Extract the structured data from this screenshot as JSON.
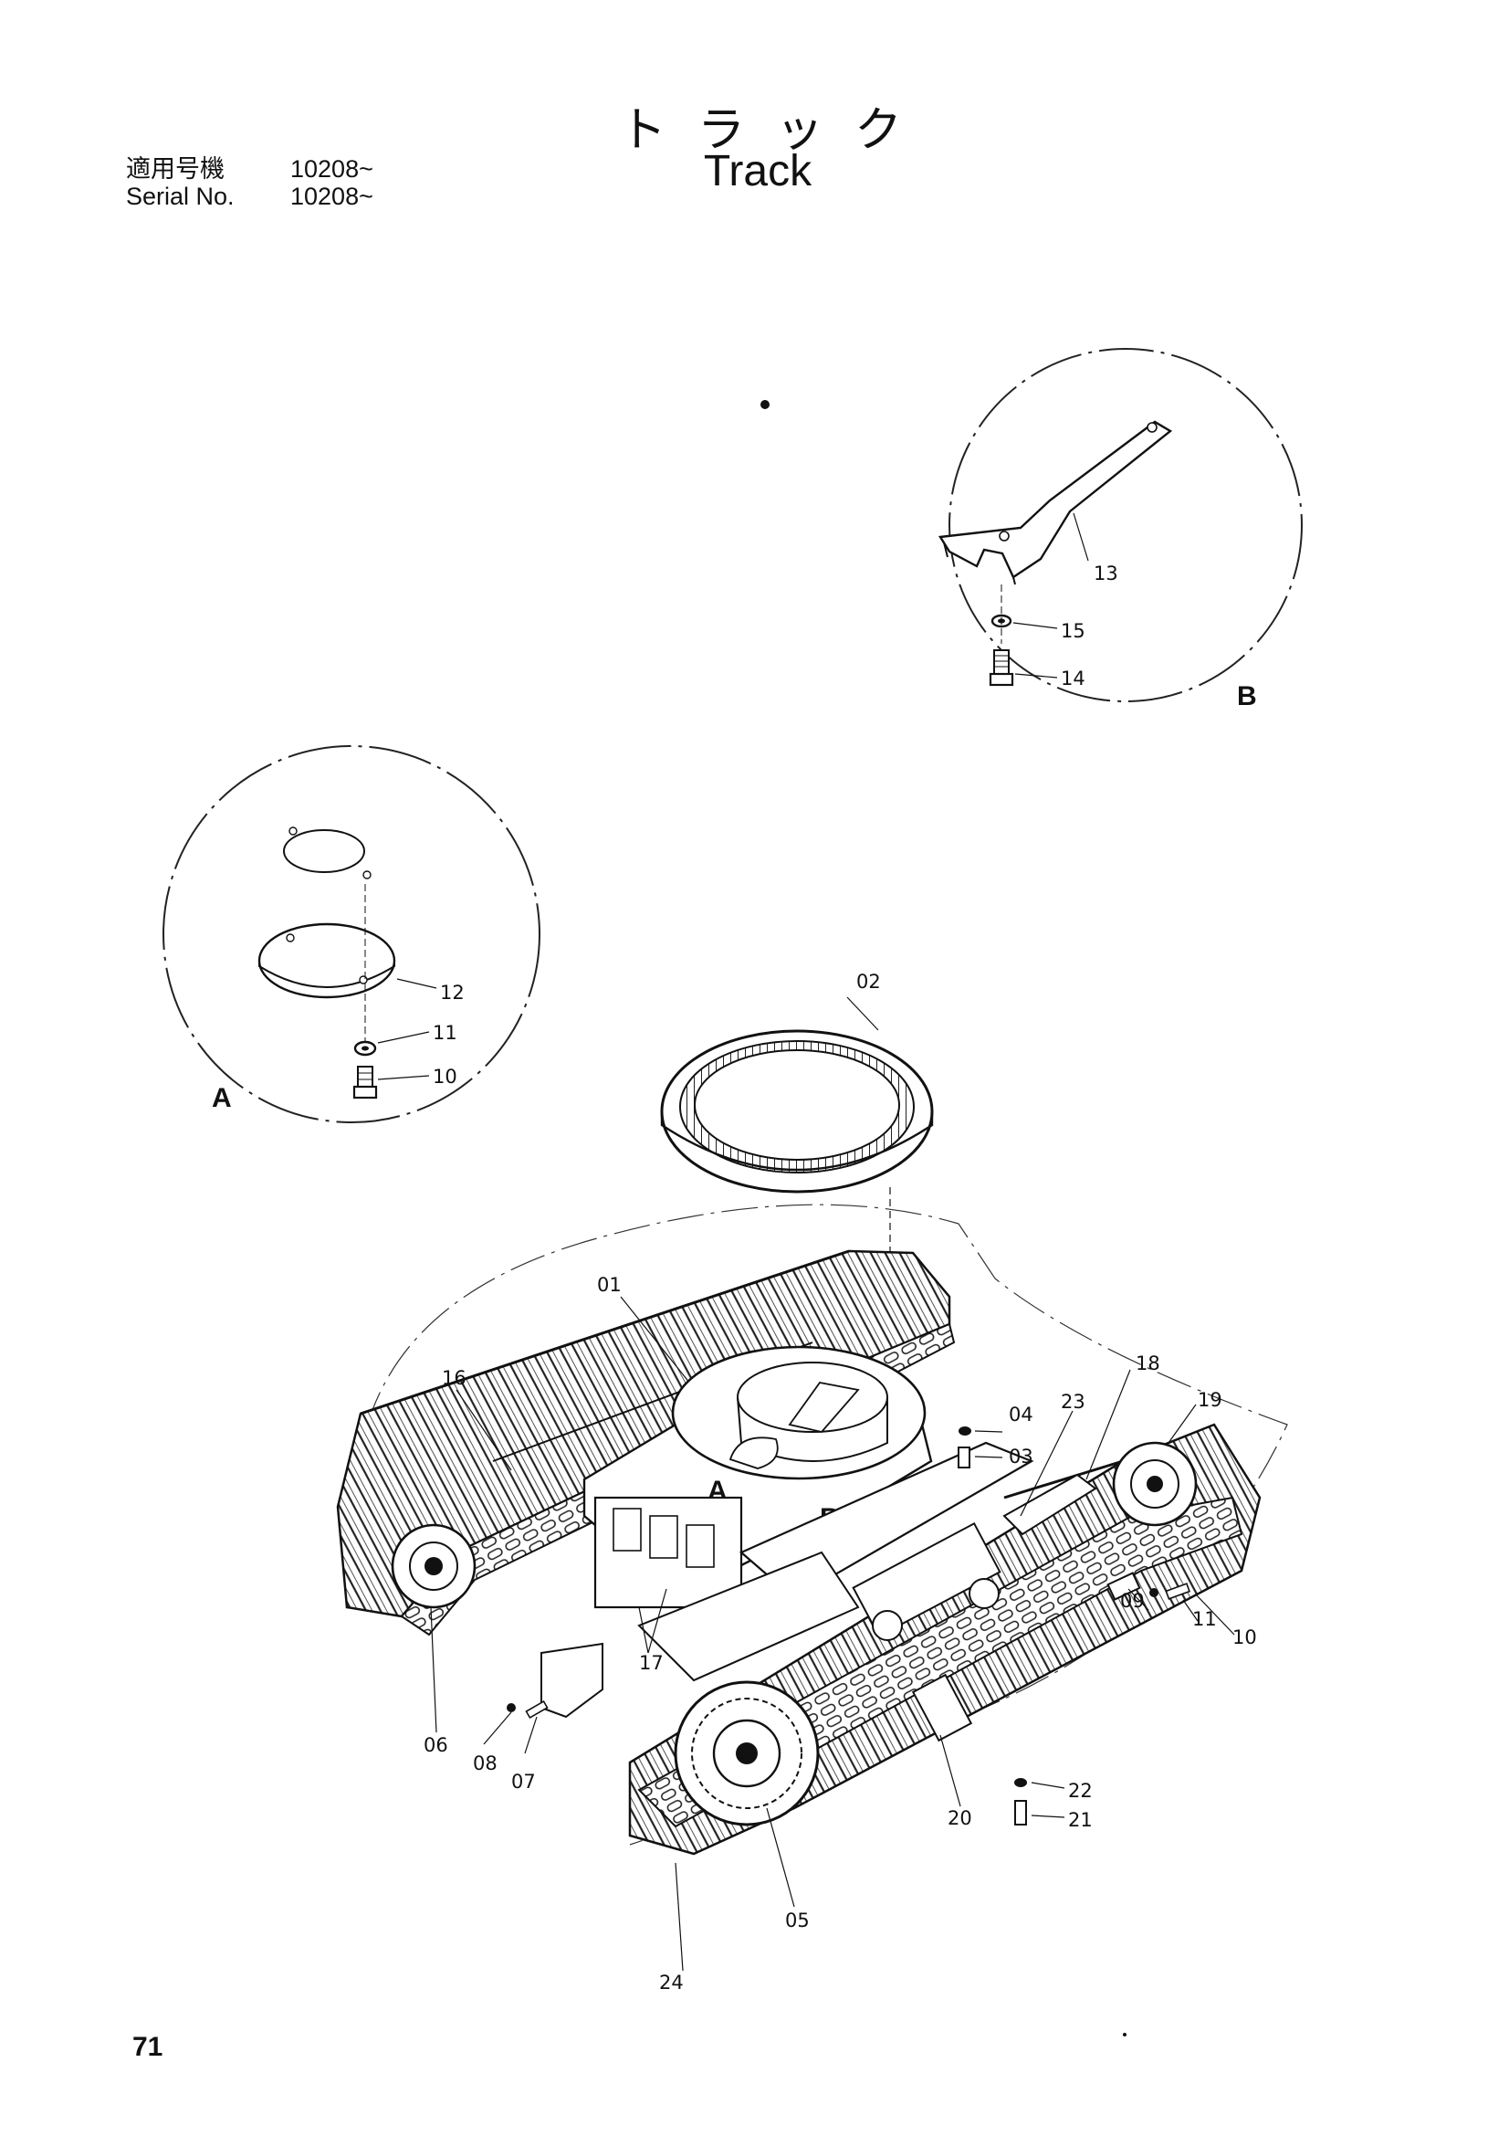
{
  "header": {
    "title_jp": "トラック",
    "title_en": "Track",
    "serial_label_jp": "適用号機",
    "serial_value_jp": "10208~",
    "serial_label_en": "Serial No.",
    "serial_value_en": "10208~"
  },
  "details": {
    "a_label": "A",
    "b_label": "B"
  },
  "callouts": {
    "c01": "01",
    "c02": "02",
    "c03": "03",
    "c04": "04",
    "c05": "05",
    "c06": "06",
    "c07": "07",
    "c08": "08",
    "c09": "09",
    "c10": "10",
    "c10b": "10",
    "c11": "11",
    "c11b": "11",
    "c12": "12",
    "c13": "13",
    "c14": "14",
    "c15": "15",
    "c16": "16",
    "c17": "17",
    "c18": "18",
    "c19": "19",
    "c20": "20",
    "c21": "21",
    "c22": "22",
    "c23": "23",
    "c24": "24"
  },
  "frame_marks": {
    "a": "A",
    "b": "B"
  },
  "footer": {
    "page_number": "71"
  }
}
